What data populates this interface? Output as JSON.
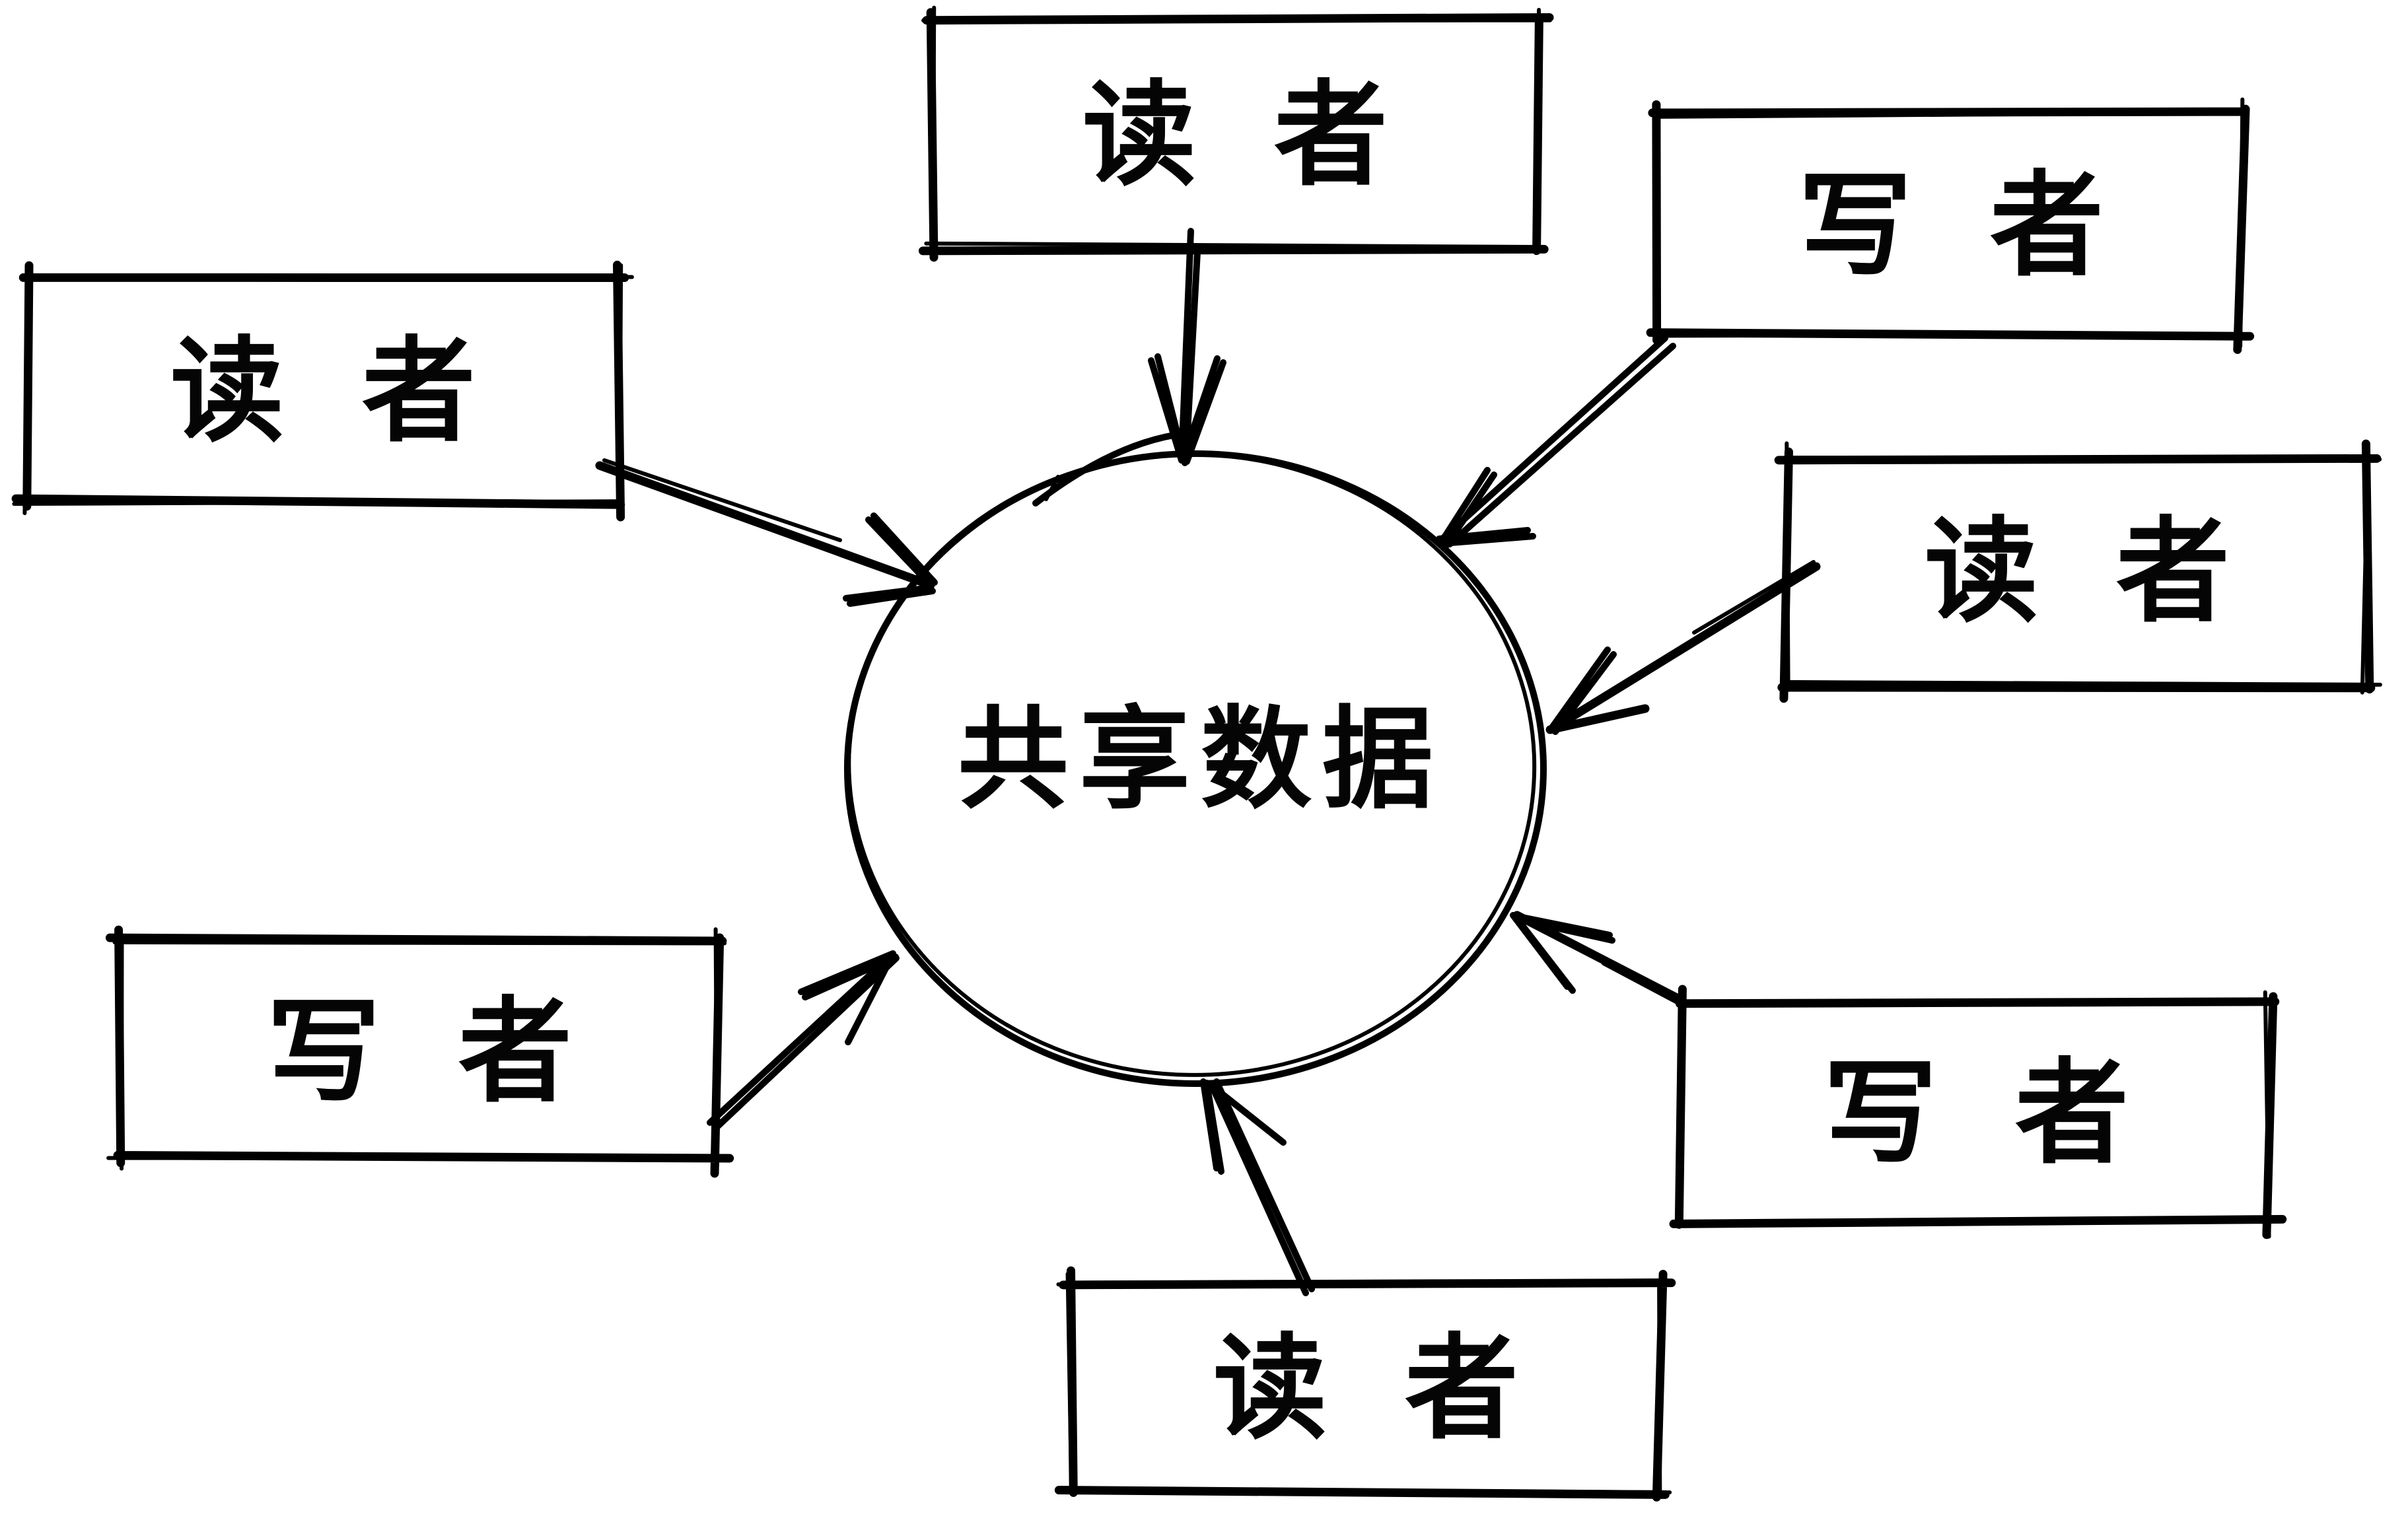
{
  "diagram": {
    "type": "hand-drawn-sketch",
    "background_color": "#ffffff",
    "ink_color": "#000000",
    "center_node": {
      "id": "shared-data",
      "label": "共享数据",
      "shape": "circle"
    },
    "nodes": [
      {
        "id": "reader-top",
        "label": "读者",
        "role": "reader",
        "position": "top-center"
      },
      {
        "id": "writer-top-right",
        "label": "写者",
        "role": "writer",
        "position": "top-right"
      },
      {
        "id": "reader-right",
        "label": "读者",
        "role": "reader",
        "position": "middle-right"
      },
      {
        "id": "reader-top-left",
        "label": "读者",
        "role": "reader",
        "position": "top-left"
      },
      {
        "id": "writer-bottom-left",
        "label": "写者",
        "role": "writer",
        "position": "bottom-left"
      },
      {
        "id": "writer-bottom-right",
        "label": "写者",
        "role": "writer",
        "position": "bottom-right"
      },
      {
        "id": "reader-bottom",
        "label": "读者",
        "role": "reader",
        "position": "bottom-center"
      }
    ],
    "arrows": [
      {
        "from": "reader-top",
        "to": "shared-data"
      },
      {
        "from": "writer-top-right",
        "to": "shared-data"
      },
      {
        "from": "reader-right",
        "to": "shared-data"
      },
      {
        "from": "reader-top-left",
        "to": "shared-data"
      },
      {
        "from": "writer-bottom-left",
        "to": "shared-data"
      },
      {
        "from": "writer-bottom-right",
        "to": "shared-data"
      },
      {
        "from": "reader-bottom",
        "to": "shared-data"
      }
    ]
  }
}
